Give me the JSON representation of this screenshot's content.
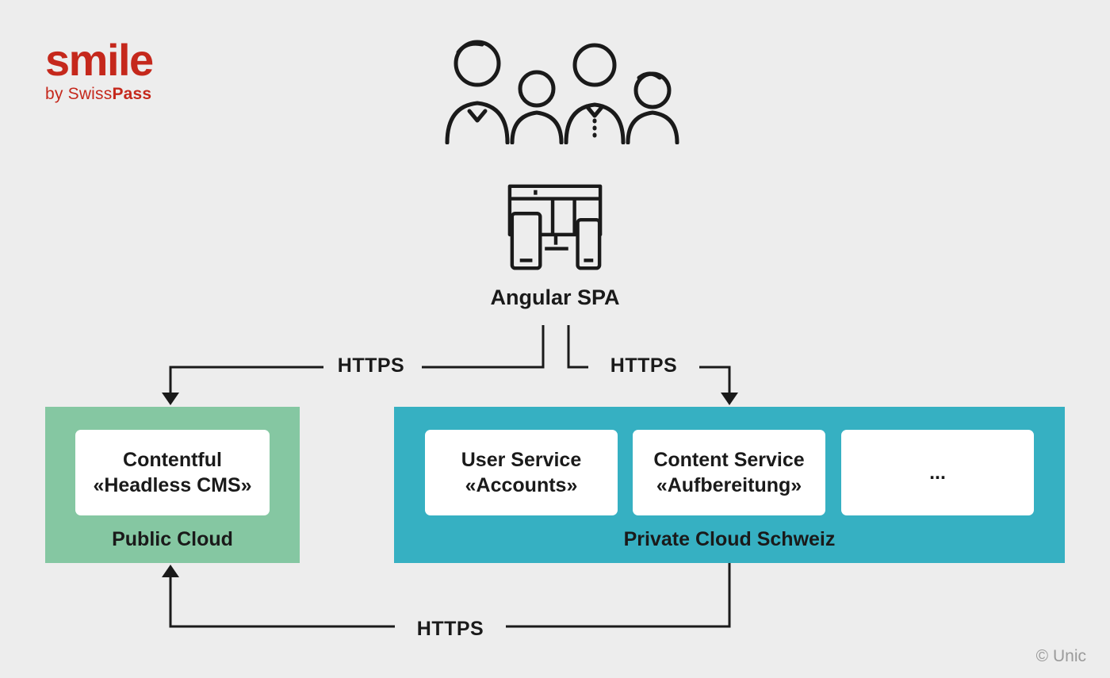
{
  "colors": {
    "bg": "#ededed",
    "brand-red": "#c5281c",
    "green": "#85c7a2",
    "teal": "#36b0c2",
    "ink": "#1a1a1a",
    "card": "#ffffff",
    "credit": "#9b9b9b"
  },
  "logo": {
    "brand": "smile",
    "byline_prefix": "by Swiss",
    "byline_bold": "Pass"
  },
  "icons": {
    "users": "users-group-icon",
    "devices": "multi-device-icon"
  },
  "app": {
    "label": "Angular SPA"
  },
  "links": {
    "left": "HTTPS",
    "right": "HTTPS",
    "bottom": "HTTPS"
  },
  "public_cloud": {
    "label": "Public Cloud",
    "cards": [
      {
        "line1": "Contentful",
        "line2": "«Headless CMS»"
      }
    ]
  },
  "private_cloud": {
    "label": "Private Cloud Schweiz",
    "cards": [
      {
        "line1": "User Service",
        "line2": "«Accounts»"
      },
      {
        "line1": "Content Service",
        "line2": "«Aufbereitung»"
      },
      {
        "line1": "...",
        "line2": ""
      }
    ]
  },
  "credit": "© Unic"
}
